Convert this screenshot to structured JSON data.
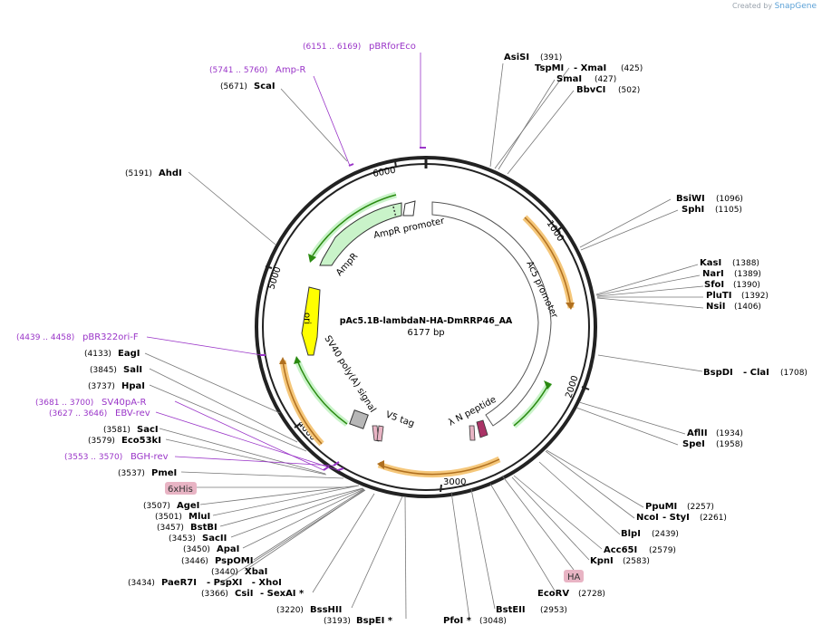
{
  "credit": {
    "prefix": "Created by",
    "brand": "SnapGene"
  },
  "plasmid": {
    "name": "pAc5.1B-lambdaN-HA-DmRRP46_AA",
    "size": "6177 bp",
    "length": 6177
  },
  "ticks": [
    "1000",
    "2000",
    "3000",
    "4000",
    "5000",
    "6000"
  ],
  "features": [
    {
      "label": "AmpR promoter",
      "color": "#ffffff"
    },
    {
      "label": "AmpR",
      "color": "#c9f3c9"
    },
    {
      "label": "ori",
      "color": "#ffff00"
    },
    {
      "label": "SV40 poly(A) signal",
      "color": "#ffffff"
    },
    {
      "label": "V5 tag",
      "color": "#b7b7b7"
    },
    {
      "label": "Ac5 promoter",
      "color": "#ffffff"
    },
    {
      "label": "λ N peptide",
      "color": "#aa3366"
    }
  ],
  "enzymes": [
    {
      "name": "AsiSI",
      "pos": "(391)"
    },
    {
      "name": "TspMI",
      "extra": "- XmaI",
      "pos": "(425)"
    },
    {
      "name": "SmaI",
      "pos": "(427)"
    },
    {
      "name": "BbvCI",
      "pos": "(502)"
    },
    {
      "name": "BsiWI",
      "pos": "(1096)"
    },
    {
      "name": "SphI",
      "pos": "(1105)"
    },
    {
      "name": "KasI",
      "pos": "(1388)"
    },
    {
      "name": "NarI",
      "pos": "(1389)"
    },
    {
      "name": "SfoI",
      "pos": "(1390)"
    },
    {
      "name": "PluTI",
      "pos": "(1392)"
    },
    {
      "name": "NsiI",
      "pos": "(1406)"
    },
    {
      "name": "BspDI",
      "extra": "- ClaI",
      "pos": "(1708)"
    },
    {
      "name": "AflII",
      "pos": "(1934)"
    },
    {
      "name": "SpeI",
      "pos": "(1958)"
    },
    {
      "name": "PpuMI",
      "pos": "(2257)"
    },
    {
      "name": "NcoI",
      "extra": "- StyI",
      "pos": "(2261)"
    },
    {
      "name": "BlpI",
      "pos": "(2439)"
    },
    {
      "name": "Acc65I",
      "pos": "(2579)"
    },
    {
      "name": "KpnI",
      "pos": "(2583)"
    },
    {
      "name": "EcoRV",
      "pos": "(2728)"
    },
    {
      "name": "BstEII",
      "pos": "(2953)"
    },
    {
      "name": "PfoI *",
      "pos": "(3048)"
    },
    {
      "name": "BspEI *",
      "pos": "(3193)"
    },
    {
      "name": "BssHII",
      "pos": "(3220)"
    },
    {
      "name": "CsiI",
      "extra": "- SexAI *",
      "pos": "(3366)"
    },
    {
      "name": "PaeR7I",
      "extra": "- PspXI   - XhoI",
      "pos": "(3434)"
    },
    {
      "name": "XbaI",
      "pos": "(3440)"
    },
    {
      "name": "PspOMI",
      "pos": "(3446)"
    },
    {
      "name": "ApaI",
      "pos": "(3450)"
    },
    {
      "name": "SacII",
      "pos": "(3453)"
    },
    {
      "name": "BstBI",
      "pos": "(3457)"
    },
    {
      "name": "MluI",
      "pos": "(3501)"
    },
    {
      "name": "AgeI",
      "pos": "(3507)"
    },
    {
      "name": "PmeI",
      "pos": "(3537)"
    },
    {
      "name": "Eco53kI",
      "pos": "(3579)"
    },
    {
      "name": "SacI",
      "pos": "(3581)"
    },
    {
      "name": "HpaI",
      "pos": "(3737)"
    },
    {
      "name": "SalI",
      "pos": "(3845)"
    },
    {
      "name": "EagI",
      "pos": "(4133)"
    },
    {
      "name": "AhdI",
      "pos": "(5191)"
    },
    {
      "name": "ScaI",
      "pos": "(5671)"
    }
  ],
  "primers": [
    {
      "name": "pBRforEco",
      "pos": "(6151 .. 6169)"
    },
    {
      "name": "Amp-R",
      "pos": "(5741 .. 5760)"
    },
    {
      "name": "pBR322ori-F",
      "pos": "(4439 .. 4458)"
    },
    {
      "name": "SV40pA-R",
      "pos": "(3681 .. 3700)"
    },
    {
      "name": "EBV-rev",
      "pos": "(3627 .. 3646)"
    },
    {
      "name": "BGH-rev",
      "pos": "(3553 .. 3570)"
    }
  ],
  "tags": [
    {
      "label": "6xHis"
    },
    {
      "label": "HA"
    }
  ],
  "colors": {
    "backbone": "#222222",
    "primer": "#9a35c8",
    "orf_outline": "#f0a030",
    "tag_fill": "#e8b4c4"
  }
}
